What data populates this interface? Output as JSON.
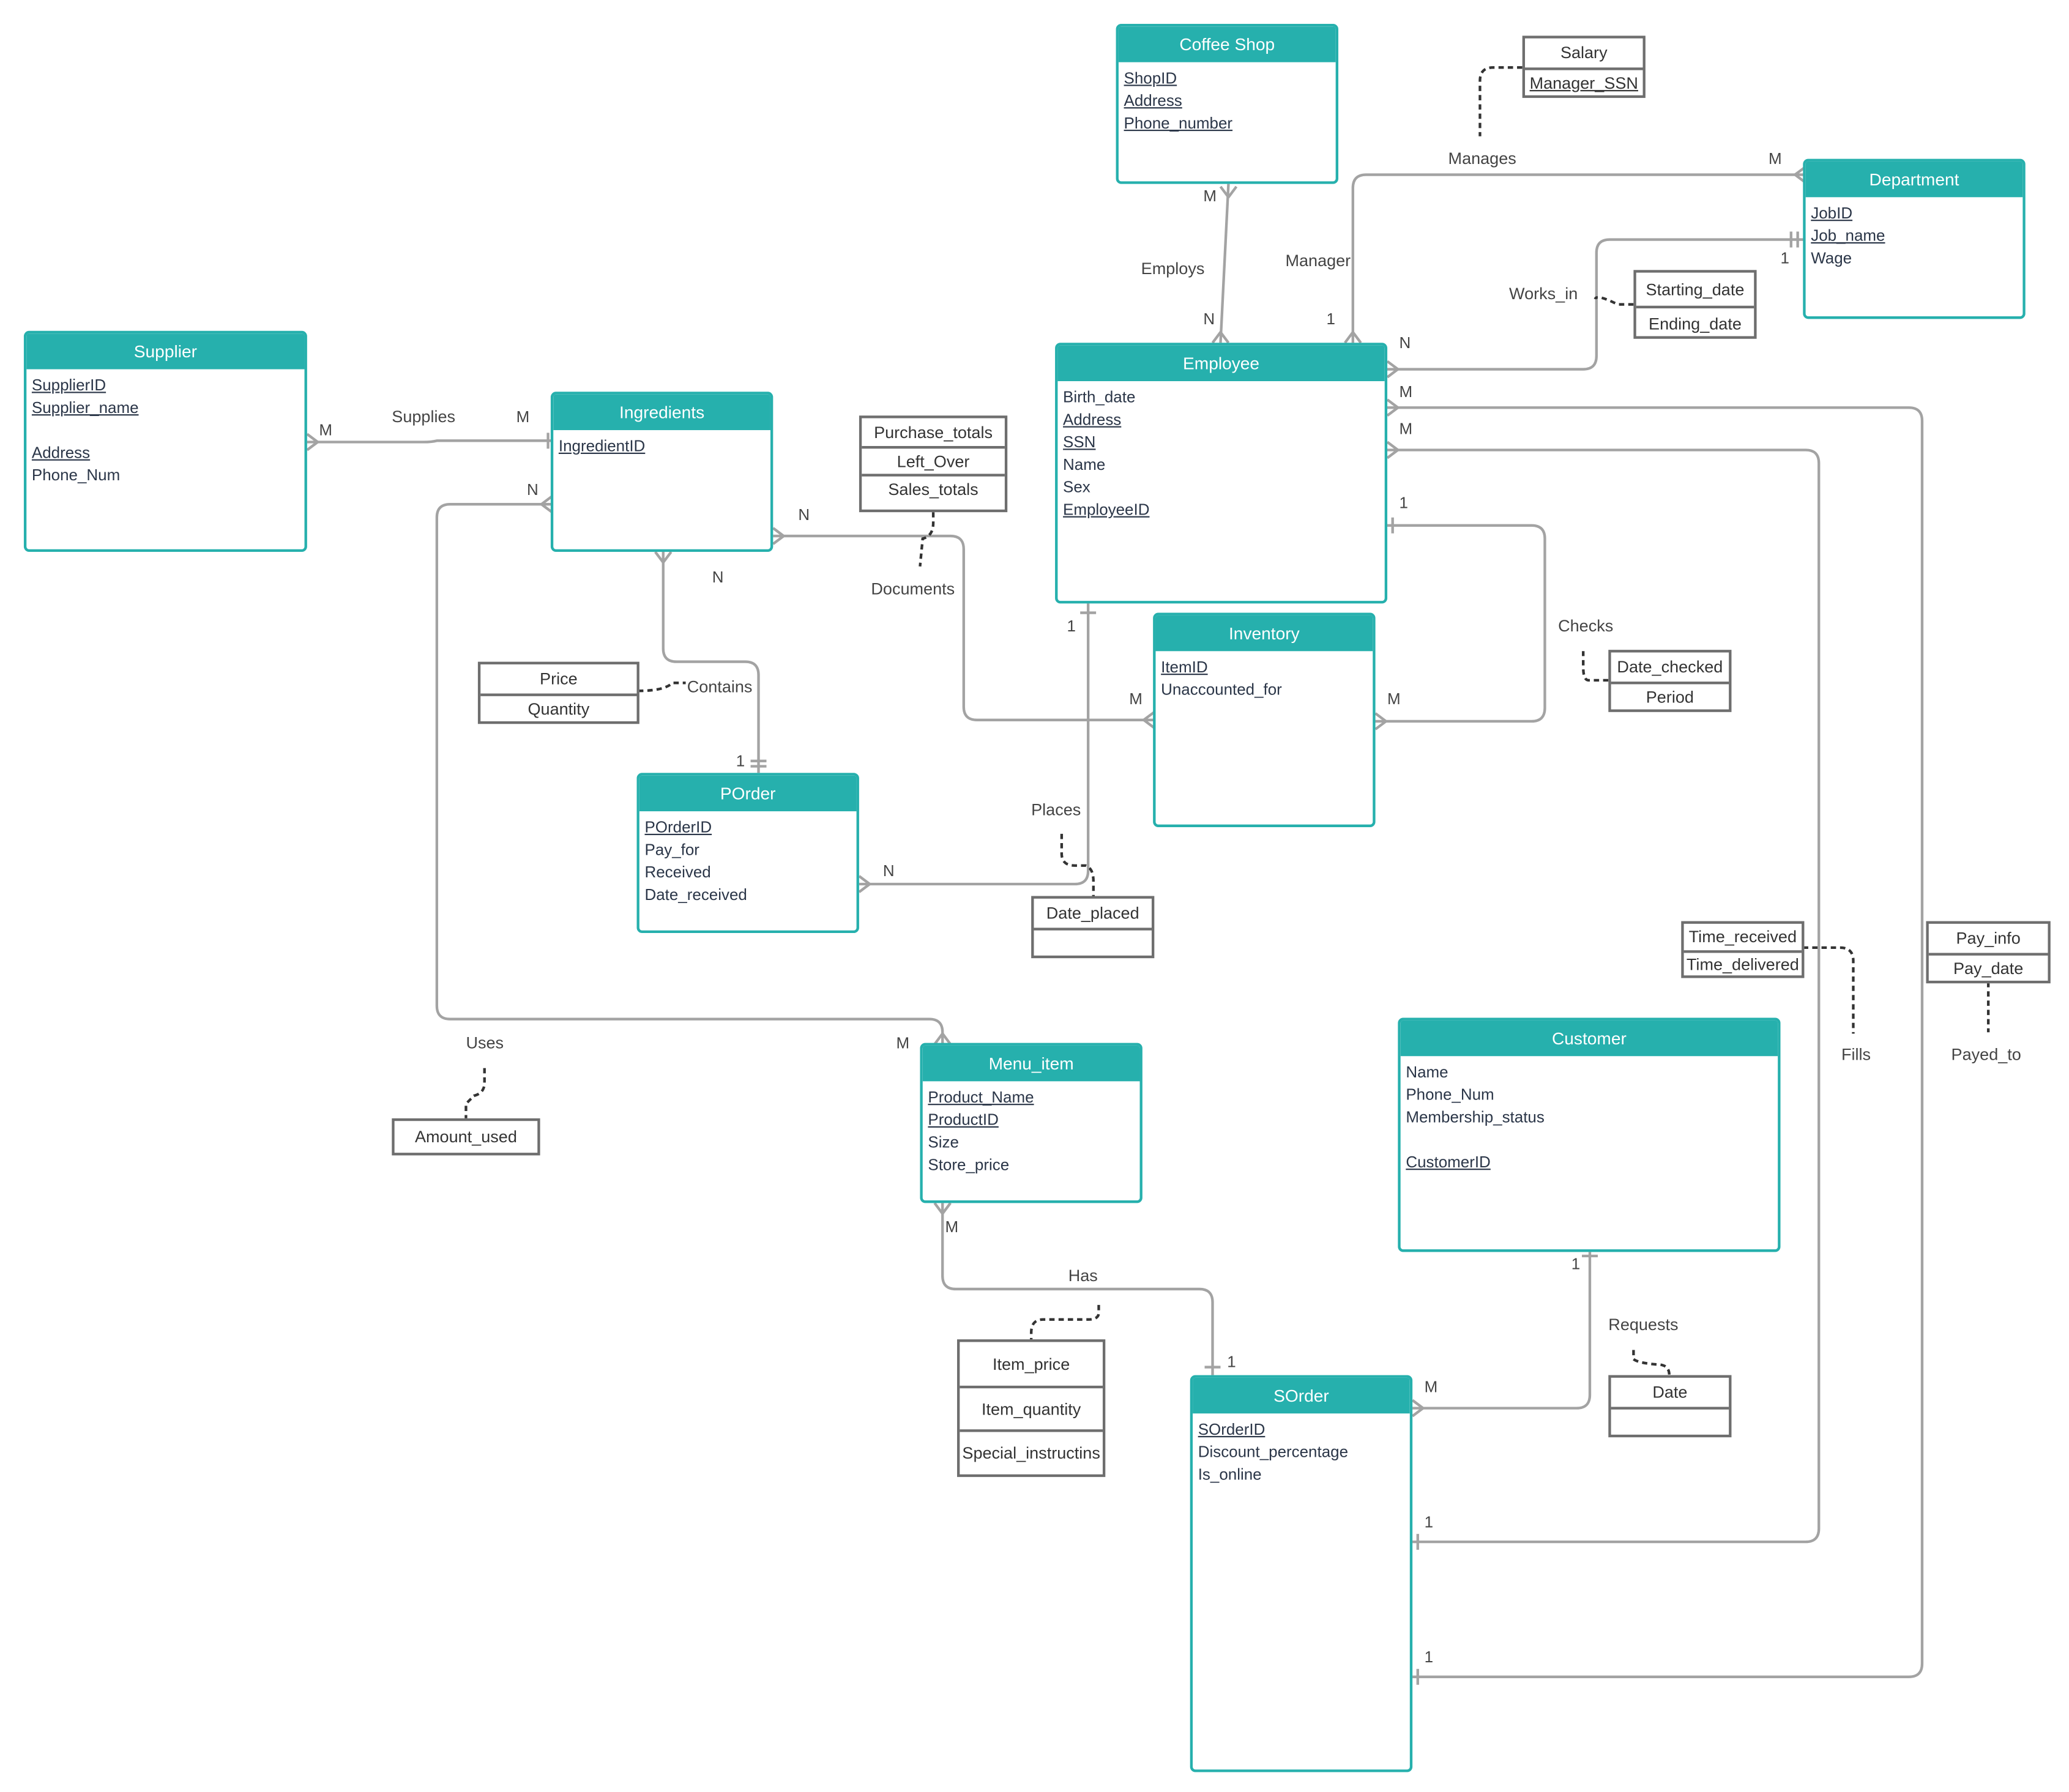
{
  "entities": {
    "coffee_shop": {
      "title": "Coffee Shop",
      "attrs": [
        {
          "text": "ShopID",
          "key": true
        },
        {
          "text": "Address",
          "key": true
        },
        {
          "text": "Phone_number",
          "key": true
        }
      ]
    },
    "department": {
      "title": "Department",
      "attrs": [
        {
          "text": "JobID",
          "key": true
        },
        {
          "text": "Job_name",
          "key": true
        },
        {
          "text": "Wage",
          "key": false
        }
      ]
    },
    "supplier": {
      "title": "Supplier",
      "attrs": [
        {
          "text": "SupplierID",
          "key": true
        },
        {
          "text": "Supplier_name",
          "key": true
        },
        {
          "text": "",
          "key": false
        },
        {
          "text": "Address",
          "key": true
        },
        {
          "text": "Phone_Num",
          "key": false
        }
      ]
    },
    "ingredients": {
      "title": "Ingredients",
      "attrs": [
        {
          "text": "IngredientID",
          "key": true
        }
      ]
    },
    "employee": {
      "title": "Employee",
      "attrs": [
        {
          "text": "Birth_date",
          "key": false
        },
        {
          "text": "Address",
          "key": true
        },
        {
          "text": "SSN",
          "key": true
        },
        {
          "text": "Name",
          "key": false
        },
        {
          "text": "Sex",
          "key": false
        },
        {
          "text": "EmployeeID",
          "key": true
        }
      ]
    },
    "inventory": {
      "title": "Inventory",
      "attrs": [
        {
          "text": "ItemID",
          "key": true
        },
        {
          "text": "Unaccounted_for",
          "key": false
        }
      ]
    },
    "porder": {
      "title": "POrder",
      "attrs": [
        {
          "text": "POrderID",
          "key": true
        },
        {
          "text": "Pay_for",
          "key": false
        },
        {
          "text": "Received",
          "key": false
        },
        {
          "text": "Date_received",
          "key": false
        }
      ]
    },
    "menu_item": {
      "title": "Menu_item",
      "attrs": [
        {
          "text": "Product_Name",
          "key": true
        },
        {
          "text": "ProductID",
          "key": true
        },
        {
          "text": "Size",
          "key": false
        },
        {
          "text": "Store_price",
          "key": false
        }
      ]
    },
    "customer": {
      "title": "Customer",
      "attrs": [
        {
          "text": "Name",
          "key": false
        },
        {
          "text": "Phone_Num",
          "key": false
        },
        {
          "text": "Membership_status",
          "key": false
        },
        {
          "text": "",
          "key": false
        },
        {
          "text": "CustomerID",
          "key": true
        }
      ]
    },
    "sorder": {
      "title": "SOrder",
      "attrs": [
        {
          "text": "SOrderID",
          "key": true
        },
        {
          "text": "Discount_percentage",
          "key": false
        },
        {
          "text": "Is_online",
          "key": false
        }
      ]
    }
  },
  "attribute_boxes": {
    "salary": [
      {
        "text": "Salary",
        "key": false
      },
      {
        "text": "Manager_SSN",
        "key": true
      }
    ],
    "works_in": [
      {
        "text": "Starting_date",
        "key": false
      },
      {
        "text": "Ending_date",
        "key": false
      }
    ],
    "documents": [
      {
        "text": "Purchase_totals",
        "key": false
      },
      {
        "text": "Left_Over",
        "key": false
      },
      {
        "text": "Sales_totals",
        "key": false
      }
    ],
    "contains": [
      {
        "text": "Price",
        "key": false
      },
      {
        "text": "Quantity",
        "key": false
      }
    ],
    "checks": [
      {
        "text": "Date_checked",
        "key": false
      },
      {
        "text": "Period",
        "key": false
      }
    ],
    "places": [
      {
        "text": "Date_placed",
        "key": false
      },
      {
        "text": "",
        "key": false
      }
    ],
    "fills": [
      {
        "text": "Time_received",
        "key": false
      },
      {
        "text": "Time_delivered",
        "key": false
      }
    ],
    "payed_to": [
      {
        "text": "Pay_info",
        "key": false
      },
      {
        "text": "Pay_date",
        "key": false
      }
    ],
    "uses": [
      {
        "text": "Amount_used",
        "key": false
      }
    ],
    "has": [
      {
        "text": "Item_price",
        "key": false
      },
      {
        "text": "Item_quantity",
        "key": false
      },
      {
        "text": "Special_instructins",
        "key": false
      }
    ],
    "requests": [
      {
        "text": "Date",
        "key": false
      },
      {
        "text": "",
        "key": false
      }
    ]
  },
  "relationships": {
    "manages": "Manages",
    "manager": "Manager",
    "employs": "Employs",
    "works_in": "Works_in",
    "supplies": "Supplies",
    "documents": "Documents",
    "contains": "Contains",
    "checks": "Checks",
    "places": "Places",
    "uses": "Uses",
    "fills": "Fills",
    "payed_to": "Payed_to",
    "has": "Has",
    "requests": "Requests"
  },
  "cardinalities": {
    "employs_shop": "M",
    "employs_emp": "N",
    "manages_dept": "M",
    "manager_emp": "1",
    "works_dept": "1",
    "works_emp": "N",
    "supplies_sup": "M",
    "supplies_ing": "M",
    "uses_ing": "N",
    "doc_ing": "N",
    "contains_ing": "N",
    "contains_po": "1",
    "fills_emp": "M",
    "payed_emp": "M",
    "checks_emp": "1",
    "checks_inv": "M",
    "doc_inv": "M",
    "places_emp": "1",
    "places_po": "N",
    "uses_menu": "M",
    "has_menu": "M",
    "has_so": "1",
    "req_cust": "1",
    "req_so": "M",
    "fills_so": "1",
    "payed_so": "1"
  }
}
